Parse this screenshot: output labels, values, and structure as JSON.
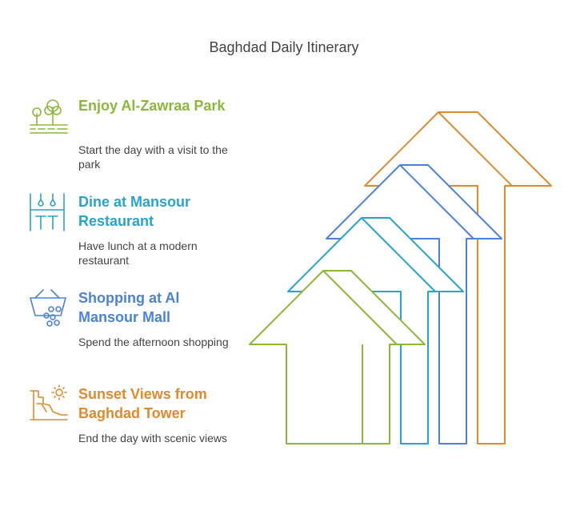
{
  "title": "Baghdad Daily Itinerary",
  "steps": [
    {
      "heading": "Enjoy Al-Zawraa Park",
      "description": "Start the day with a visit to the park",
      "color": "#8cb83a",
      "icon": "park-trees-icon"
    },
    {
      "heading": "Dine at Mansour Restaurant",
      "description": "Have lunch at a modern restaurant",
      "color": "#27a3cf",
      "icon": "restaurant-table-icon"
    },
    {
      "heading": "Shopping at Al Mansour Mall",
      "description": "Spend the afternoon shopping",
      "color": "#4a83d9",
      "icon": "shopping-basket-icon"
    },
    {
      "heading": "Sunset Views from Baghdad Tower",
      "description": "End the day with scenic views",
      "color": "#e08a2e",
      "icon": "sunset-cliff-icon"
    }
  ]
}
